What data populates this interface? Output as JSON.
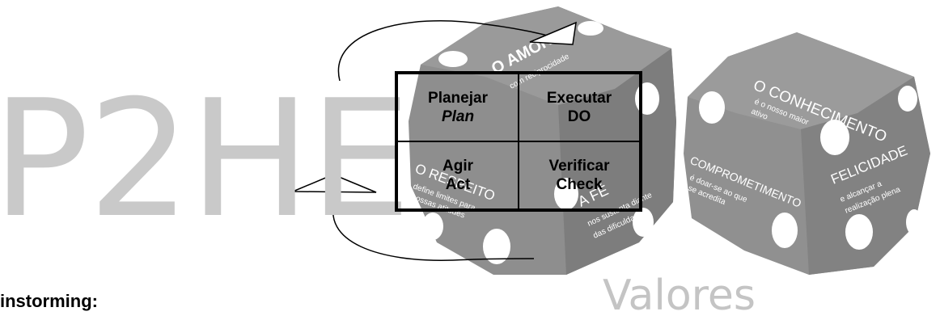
{
  "watermark": {
    "logo": "P2HE",
    "caption": "Valores"
  },
  "bottom_label": "instorming:",
  "dice": {
    "left": {
      "top_title": "O AMOR",
      "top_sub": "com reciprocidade",
      "left_title": "O RESPEITO",
      "left_sub1": "define limites para",
      "left_sub2": "nossas atitudes",
      "right_title": "A FÉ",
      "right_sub1": "nos sustenta diante",
      "right_sub2": "das dificuldades"
    },
    "right": {
      "top_title": "O CONHECIMENTO",
      "top_sub1": "é o nosso maior",
      "top_sub2": "ativo",
      "left_title": "COMPROMETIMENTO",
      "left_sub1": "é doar-se ao que",
      "left_sub2": "se acredita",
      "right_title": "FELICIDADE",
      "right_sub1": "e alcançar a",
      "right_sub2": "realização plena"
    }
  },
  "pdca": {
    "plan": {
      "label": "Planejar",
      "sub": "Plan"
    },
    "do": {
      "label": "Executar",
      "sub": "DO"
    },
    "act": {
      "label": "Agir",
      "sub": "Act"
    },
    "check": {
      "label": "Verificar",
      "sub": "Check"
    }
  },
  "colors": {
    "dice": "#8c8c8c",
    "dice_dark": "#737373",
    "watermark": "#c9c9c9"
  }
}
